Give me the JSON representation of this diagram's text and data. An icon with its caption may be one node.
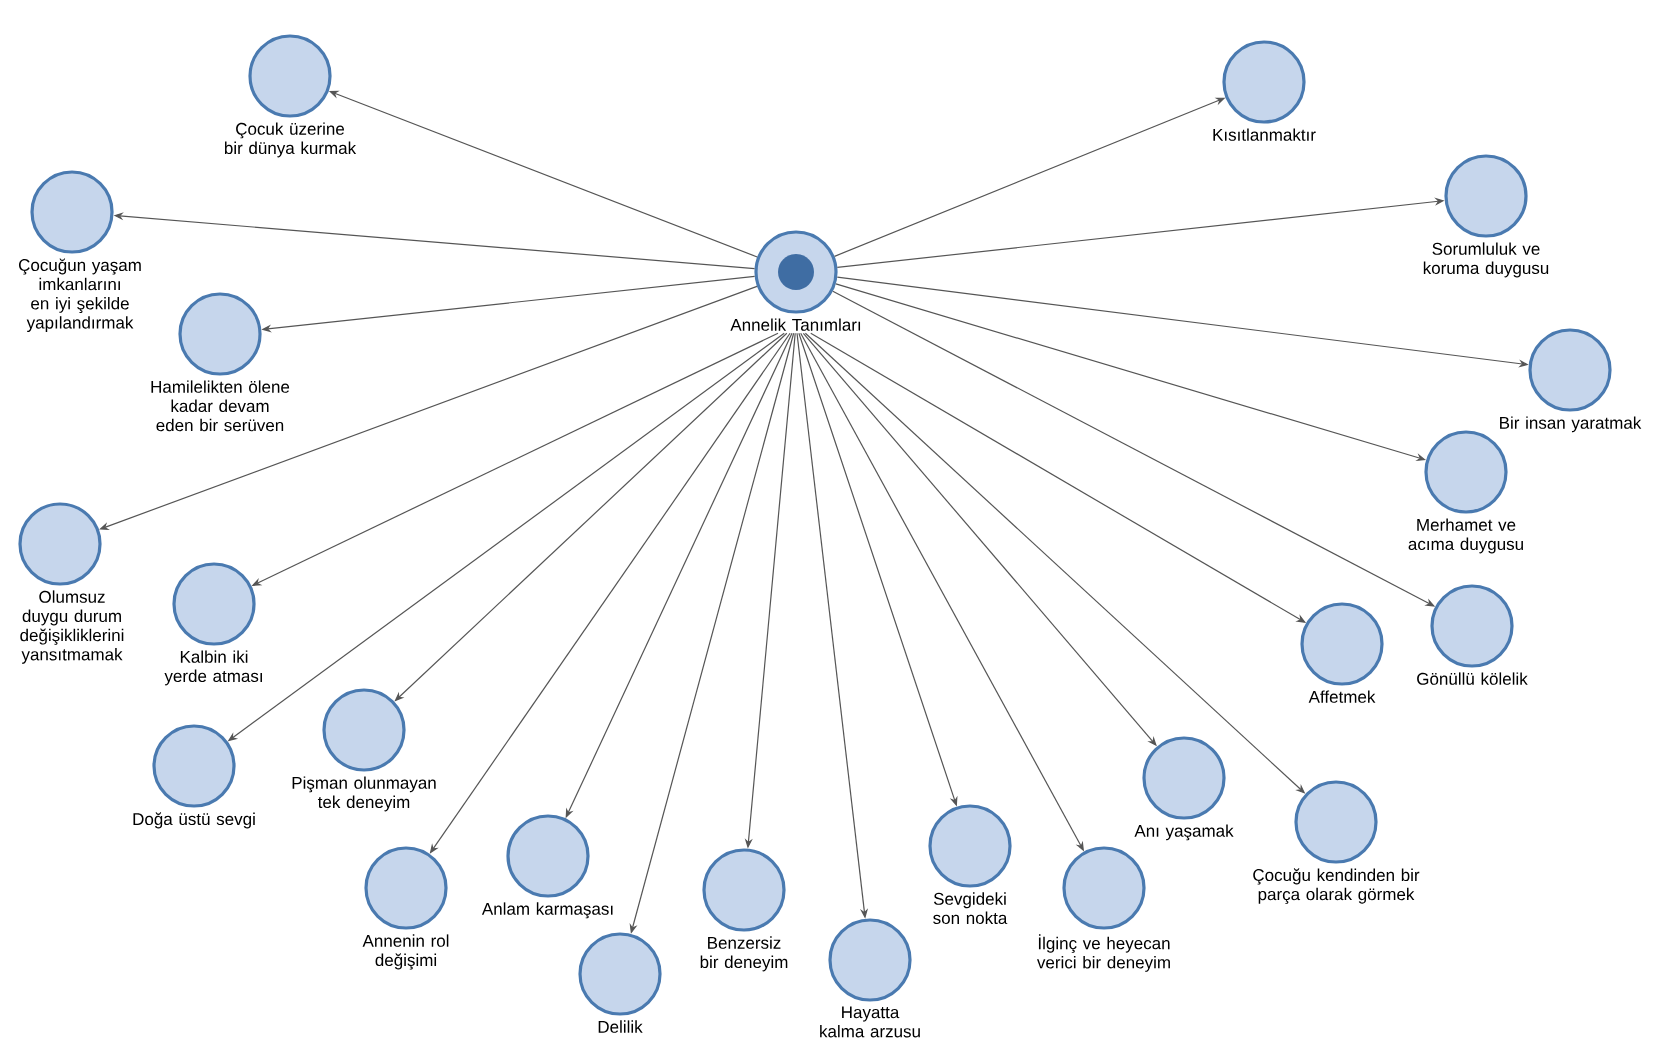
{
  "diagram": {
    "nodes": [
      {
        "text": [
          "Annelik Tanımları"
        ]
      },
      {
        "text": [
          "Çocuk üzerine bir dünya kurmak"
        ]
      },
      {
        "text": [
          "Çocuğun yaşam imkanlarını en iyi şekilde yapılandırmak"
        ]
      },
      {
        "text": [
          "Hamilelikten ölene kadar devam eden bir serüven"
        ]
      },
      {
        "text": [
          "Olumsuz duygu durum değişikliklerini yansıtmamak"
        ]
      },
      {
        "text": [
          "Kalbin iki yerde atması"
        ]
      },
      {
        "text": [
          "Doğa üstü sevgi"
        ]
      },
      {
        "text": [
          "Pişman olunmayan tek deneyim"
        ]
      },
      {
        "text": [
          "Annenin rol değişimi"
        ]
      },
      {
        "text": [
          "Anlam karmaşası"
        ]
      },
      {
        "text": [
          "Delilik"
        ]
      },
      {
        "text": [
          "Benzersiz bir deneyim"
        ]
      },
      {
        "text": [
          "Hayatta kalma arzusu"
        ]
      },
      {
        "text": [
          "Sevgideki son nokta"
        ]
      },
      {
        "text": [
          "İlginç ve heyecan verici bir deneyim"
        ]
      },
      {
        "text": [
          "Anı yaşamak"
        ]
      },
      {
        "text": [
          "Çocuğu kendinden bir parça olarak görmek"
        ]
      },
      {
        "text": [
          "Affetmek"
        ]
      },
      {
        "text": [
          "Gönüllü kölelik"
        ]
      },
      {
        "text": [
          "Merhamet ve acıma duygusu"
        ]
      },
      {
        "text": [
          "Bir insan yaratmak"
        ]
      },
      {
        "text": [
          "Sorumluluk ve koruma duygusu"
        ]
      },
      {
        "text": [
          "Kısıtlanmaktır"
        ]
      }
    ],
    "edges": [
      {
        "from": 0,
        "to": 1,
        "arrow": "to"
      },
      {
        "from": 0,
        "to": 2,
        "arrow": "to"
      },
      {
        "from": 0,
        "to": 3,
        "arrow": "to"
      },
      {
        "from": 0,
        "to": 4,
        "arrow": "to"
      },
      {
        "from": 0,
        "to": 5,
        "arrow": "to"
      },
      {
        "from": 0,
        "to": 6,
        "arrow": "to"
      },
      {
        "from": 0,
        "to": 7,
        "arrow": "to"
      },
      {
        "from": 0,
        "to": 8,
        "arrow": "to"
      },
      {
        "from": 0,
        "to": 9,
        "arrow": "to"
      },
      {
        "from": 0,
        "to": 10,
        "arrow": "to"
      },
      {
        "from": 0,
        "to": 11,
        "arrow": "to"
      },
      {
        "from": 0,
        "to": 12,
        "arrow": "to"
      },
      {
        "from": 0,
        "to": 13,
        "arrow": "to"
      },
      {
        "from": 0,
        "to": 14,
        "arrow": "to"
      },
      {
        "from": 0,
        "to": 15,
        "arrow": "to"
      },
      {
        "from": 0,
        "to": 16,
        "arrow": "to"
      },
      {
        "from": 0,
        "to": 17,
        "arrow": "to"
      },
      {
        "from": 0,
        "to": 18,
        "arrow": "to"
      },
      {
        "from": 0,
        "to": 19,
        "arrow": "to"
      },
      {
        "from": 0,
        "to": 20,
        "arrow": "to"
      },
      {
        "from": 0,
        "to": 21,
        "arrow": "to"
      },
      {
        "from": 0,
        "to": 22,
        "arrow": "to"
      }
    ]
  }
}
